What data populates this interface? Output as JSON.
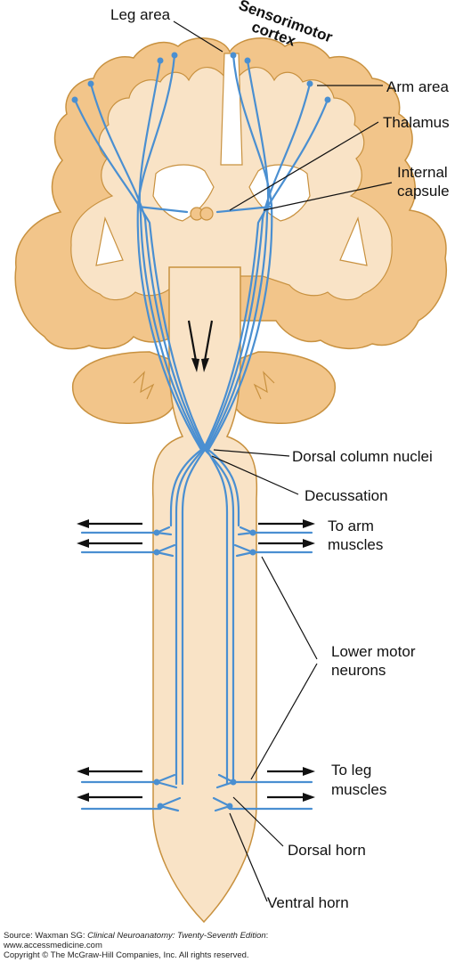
{
  "labels": {
    "leg_area": "Leg area",
    "sensorimotor_line1": "Sensorimotor",
    "sensorimotor_line2": "cortex",
    "arm_area": "Arm area",
    "thalamus": "Thalamus",
    "internal_capsule_line1": "Internal",
    "internal_capsule_line2": "capsule",
    "dorsal_column_nuclei": "Dorsal column nuclei",
    "decussation": "Decussation",
    "to_arm_line1": "To arm",
    "to_arm_line2": "muscles",
    "lower_motor_line1": "Lower motor",
    "lower_motor_line2": "neurons",
    "to_leg_line1": "To leg",
    "to_leg_line2": "muscles",
    "dorsal_horn": "Dorsal horn",
    "ventral_horn": "Ventral horn"
  },
  "source": {
    "prefix": "Source: Waxman SG: ",
    "title": "Clinical Neuroanatomy: Twenty-Seventh Edition",
    "suffix": ":",
    "url": "www.accessmedicine.com",
    "copyright": "Copyright © The McGraw-Hill Companies, Inc. All rights reserved."
  },
  "colors": {
    "tissue": "#f9e3c6",
    "cortex": "#f2c58a",
    "outline": "#c8913f",
    "tract": "#4a8fd1",
    "line": "#111111"
  }
}
